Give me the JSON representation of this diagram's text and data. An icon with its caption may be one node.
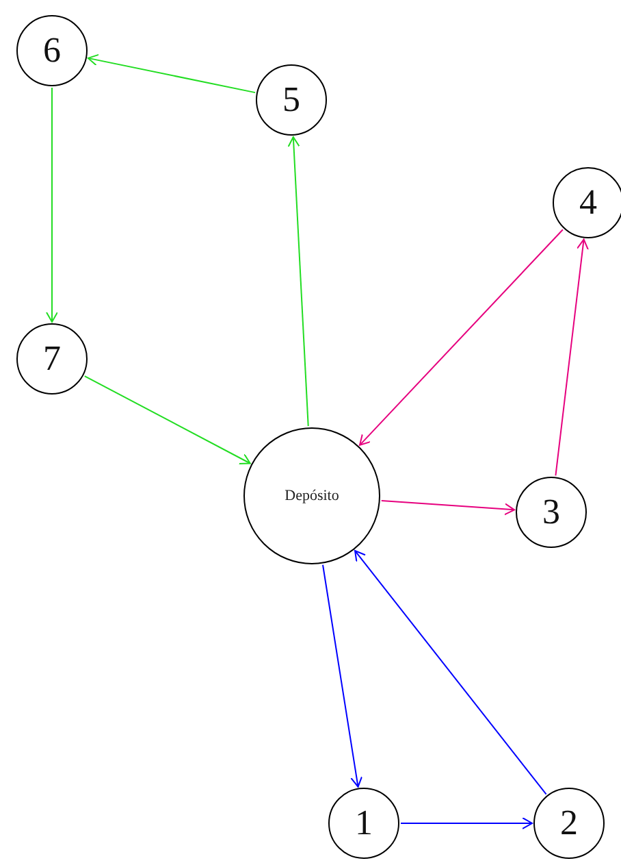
{
  "diagram": {
    "nodes": [
      {
        "text": [
          "6"
        ]
      },
      {
        "text": [
          "5"
        ]
      },
      {
        "text": [
          "4"
        ]
      },
      {
        "text": [
          "7"
        ]
      },
      {
        "text": [
          "Depósito"
        ]
      },
      {
        "text": [
          "3"
        ]
      },
      {
        "text": [
          "1"
        ]
      },
      {
        "text": [
          "2"
        ]
      }
    ],
    "edges": [
      {
        "from": 4,
        "to": 6,
        "arrow": "to",
        "color": "#0000ff"
      },
      {
        "from": 6,
        "to": 7,
        "arrow": "to",
        "color": "#0000ff"
      },
      {
        "from": 7,
        "to": 4,
        "arrow": "to",
        "color": "#0000ff"
      },
      {
        "from": 4,
        "to": 5,
        "arrow": "to",
        "color": "#e6007e"
      },
      {
        "from": 5,
        "to": 2,
        "arrow": "to",
        "color": "#e6007e"
      },
      {
        "from": 2,
        "to": 4,
        "arrow": "to",
        "color": "#e6007e"
      },
      {
        "from": 4,
        "to": 1,
        "arrow": "to",
        "color": "#22dd22"
      },
      {
        "from": 1,
        "to": 0,
        "arrow": "to",
        "color": "#22dd22"
      },
      {
        "from": 0,
        "to": 3,
        "arrow": "to",
        "color": "#22dd22"
      },
      {
        "from": 3,
        "to": 4,
        "arrow": "to",
        "color": "#22dd22"
      }
    ]
  }
}
